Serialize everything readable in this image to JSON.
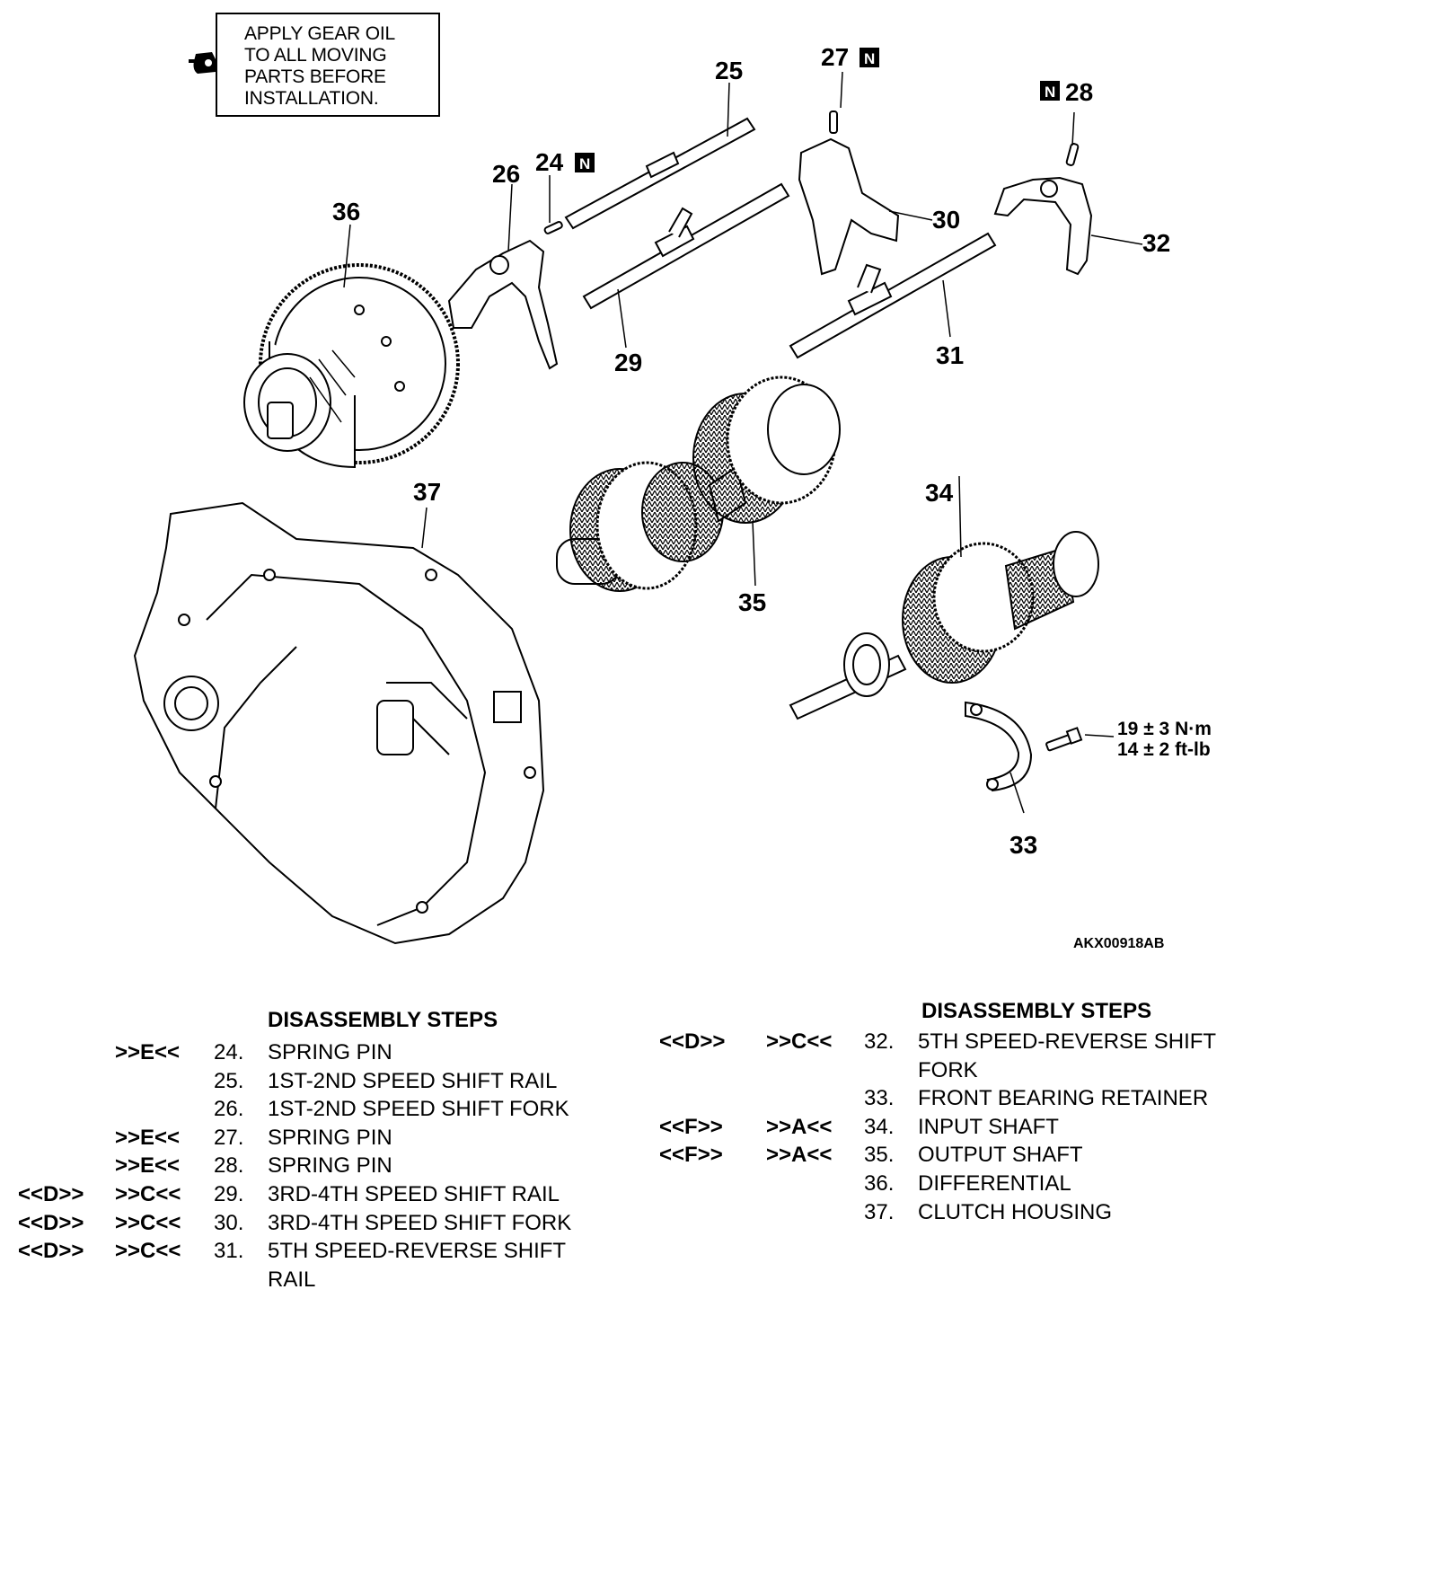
{
  "note": {
    "lines": [
      "APPLY GEAR OIL",
      "TO ALL MOVING",
      "PARTS BEFORE",
      "INSTALLATION."
    ],
    "icon": "oil-can-icon"
  },
  "callouts": {
    "n24": "24",
    "n25": "25",
    "n26": "26",
    "n27": "27",
    "n28": "28",
    "n29": "29",
    "n30": "30",
    "n31": "31",
    "n32": "32",
    "n33": "33",
    "n34": "34",
    "n35": "35",
    "n36": "36",
    "n37": "37"
  },
  "new_part_badge": "N",
  "torque": {
    "metric": "19 ± 3 N·m",
    "imperial": "14 ± 2 ft-lb"
  },
  "figure_id": "AKX00918AB",
  "steps_left": {
    "title": "DISASSEMBLY STEPS",
    "items": [
      {
        "col1": "",
        "col2": ">>E<<",
        "num": "24.",
        "text": "SPRING PIN",
        "cont": ""
      },
      {
        "col1": "",
        "col2": "",
        "num": "25.",
        "text": "1ST-2ND SPEED SHIFT RAIL",
        "cont": ""
      },
      {
        "col1": "",
        "col2": "",
        "num": "26.",
        "text": "1ST-2ND SPEED SHIFT FORK",
        "cont": ""
      },
      {
        "col1": "",
        "col2": ">>E<<",
        "num": "27.",
        "text": "SPRING PIN",
        "cont": ""
      },
      {
        "col1": "",
        "col2": ">>E<<",
        "num": "28.",
        "text": "SPRING PIN",
        "cont": ""
      },
      {
        "col1": "<<D>>",
        "col2": ">>C<<",
        "num": "29.",
        "text": "3RD-4TH SPEED SHIFT RAIL",
        "cont": ""
      },
      {
        "col1": "<<D>>",
        "col2": ">>C<<",
        "num": "30.",
        "text": "3RD-4TH SPEED SHIFT FORK",
        "cont": ""
      },
      {
        "col1": "<<D>>",
        "col2": ">>C<<",
        "num": "31.",
        "text": "5TH SPEED-REVERSE SHIFT",
        "cont": "RAIL"
      }
    ]
  },
  "steps_right": {
    "title": "DISASSEMBLY STEPS",
    "items": [
      {
        "col1": "<<D>>",
        "col2": ">>C<<",
        "num": "32.",
        "text": "5TH SPEED-REVERSE SHIFT",
        "cont": "FORK"
      },
      {
        "col1": "",
        "col2": "",
        "num": "33.",
        "text": "FRONT BEARING RETAINER",
        "cont": ""
      },
      {
        "col1": "<<F>>",
        "col2": ">>A<<",
        "num": "34.",
        "text": "INPUT SHAFT",
        "cont": ""
      },
      {
        "col1": "<<F>>",
        "col2": ">>A<<",
        "num": "35.",
        "text": "OUTPUT SHAFT",
        "cont": ""
      },
      {
        "col1": "",
        "col2": "",
        "num": "36.",
        "text": "DIFFERENTIAL",
        "cont": ""
      },
      {
        "col1": "",
        "col2": "",
        "num": "37.",
        "text": "CLUTCH HOUSING",
        "cont": ""
      }
    ]
  }
}
